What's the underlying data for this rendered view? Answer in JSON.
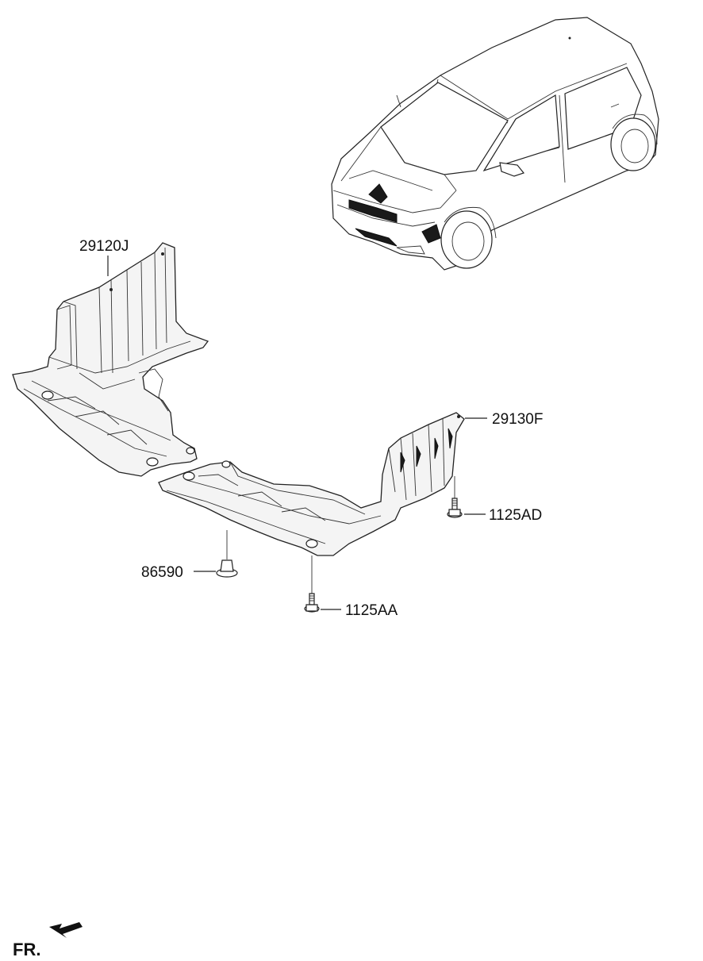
{
  "labels": {
    "front_cover": "29120J",
    "rear_cover": "29130F",
    "clip": "86590",
    "bolt_center": "1125AA",
    "bolt_right": "1125AD",
    "front_direction": "FR."
  },
  "icons": {
    "vehicle": "car-illustration-icon",
    "direction": "front-arrow-icon"
  }
}
